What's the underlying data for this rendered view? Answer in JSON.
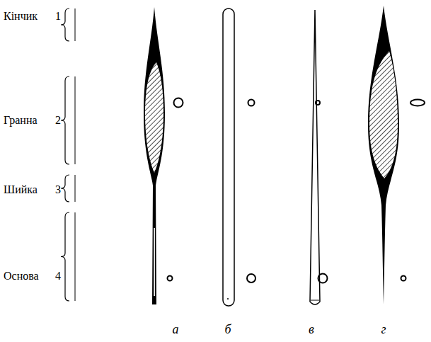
{
  "diagram": {
    "labels": [
      "Кінчик",
      "1",
      "Гранна",
      "2",
      "Шийка",
      "3",
      "Основа",
      "4",
      "а",
      "б",
      "в",
      "г"
    ]
  }
}
